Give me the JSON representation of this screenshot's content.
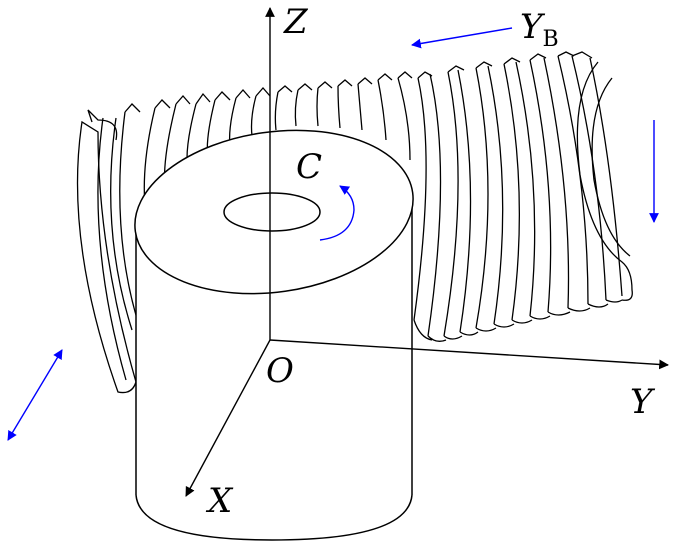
{
  "labels": {
    "z_axis": "Z",
    "y_axis": "Y",
    "x_axis": "X",
    "origin": "O",
    "rotation": "C",
    "yb_main": "Y",
    "yb_sub": "B"
  },
  "colors": {
    "line": "#000000",
    "motion_arrow": "#0000ff",
    "background": "#ffffff"
  }
}
